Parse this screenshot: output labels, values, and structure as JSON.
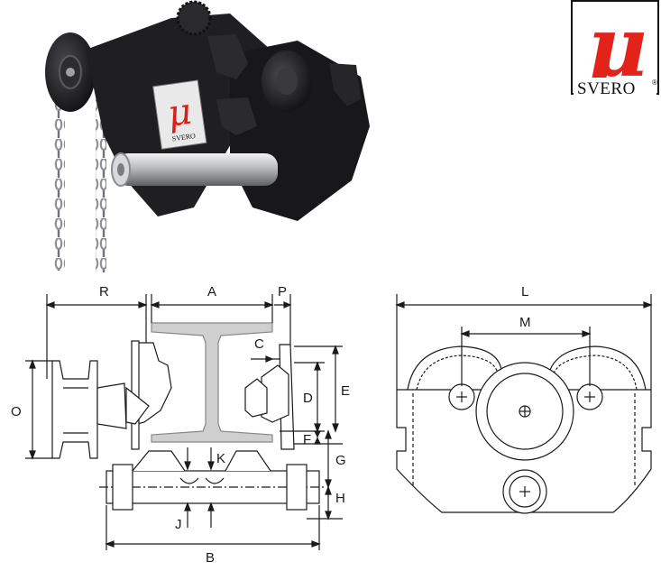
{
  "logo": {
    "glyph": "μ",
    "name": "SVERO",
    "mark": "®",
    "accent_color": "#e2231a"
  },
  "product_badge": {
    "glyph": "μ",
    "name": "SVERO"
  },
  "dimensions": {
    "R": "R",
    "A": "A",
    "P": "P",
    "C": "C",
    "O": "O",
    "D": "D",
    "E": "E",
    "F": "F",
    "G": "G",
    "K": "K",
    "H": "H",
    "J": "J",
    "B": "B",
    "L": "L",
    "M": "M"
  },
  "colors": {
    "line": "#1a1a1a",
    "beam": "#c8c8c8",
    "trolley_body": "#1d1d1f",
    "chain": "#9a9da2"
  }
}
